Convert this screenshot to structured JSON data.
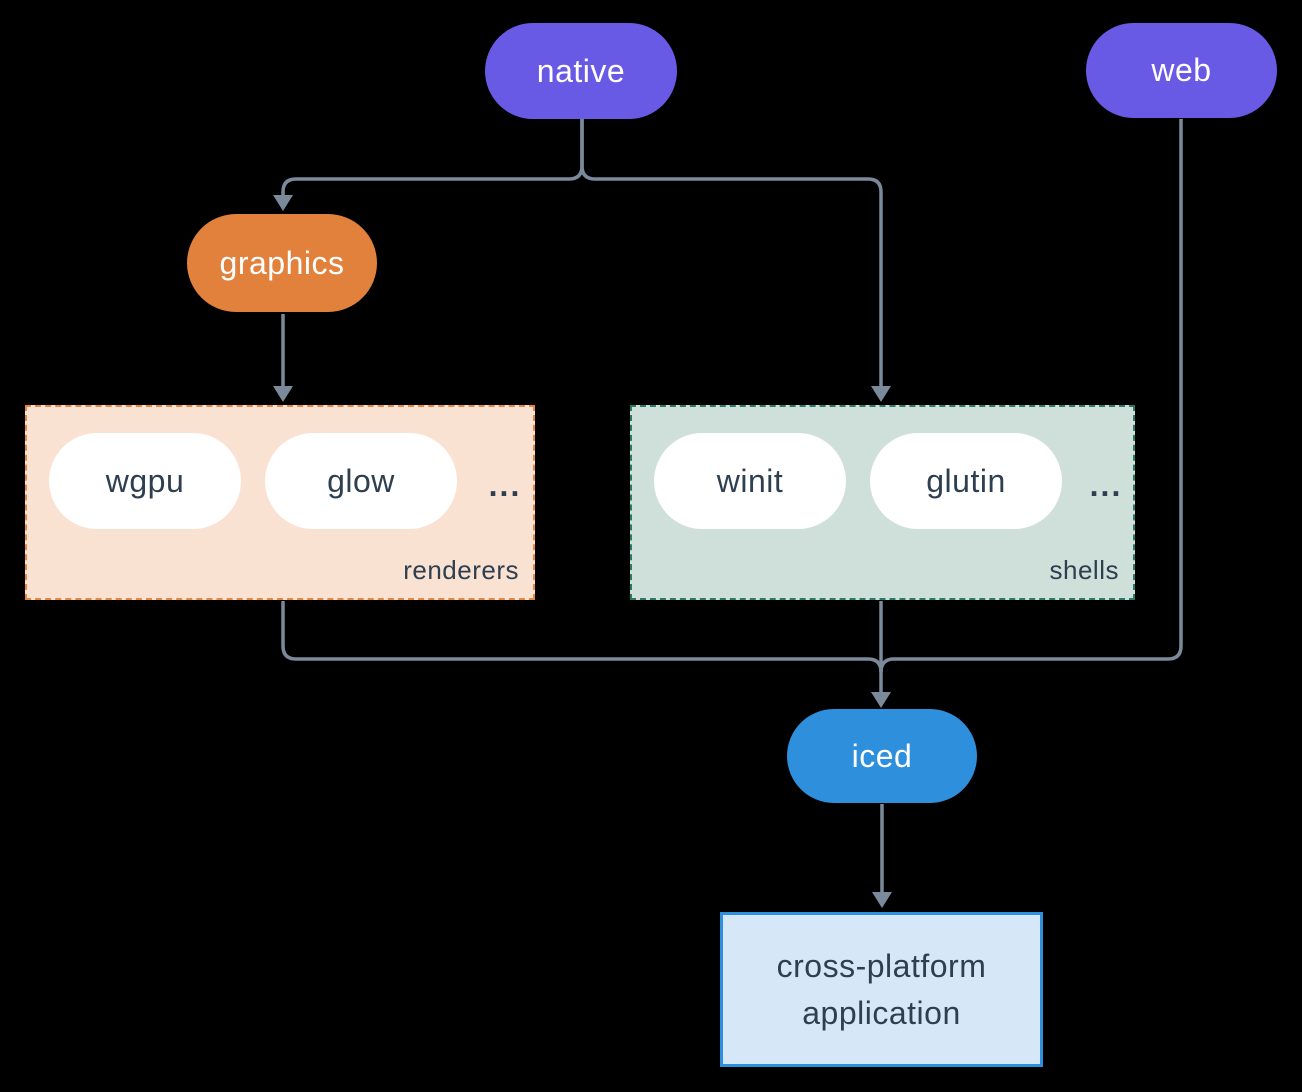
{
  "diagram": {
    "nodes": {
      "native": {
        "label": "native",
        "color": "#695ae6",
        "text_color": "#ffffff"
      },
      "web": {
        "label": "web",
        "color": "#695ae6",
        "text_color": "#ffffff"
      },
      "graphics": {
        "label": "graphics",
        "color": "#e1813c",
        "text_color": "#ffffff"
      },
      "iced": {
        "label": "iced",
        "color": "#2e8fdc",
        "text_color": "#ffffff"
      }
    },
    "groups": {
      "renderers": {
        "label": "renderers",
        "items": [
          "wgpu",
          "glow"
        ],
        "ellipsis": "...",
        "background": "#f9e2d2",
        "border_color": "#e8873f",
        "item_background": "#ffffff",
        "text_color": "#2e3f50"
      },
      "shells": {
        "label": "shells",
        "items": [
          "winit",
          "glutin"
        ],
        "ellipsis": "...",
        "background": "#cfdfd9",
        "border_color": "#2b7a68",
        "item_background": "#ffffff",
        "text_color": "#2e3f50"
      }
    },
    "app_box": {
      "label_line1": "cross-platform",
      "label_line2": "application",
      "background": "#d6e8f8",
      "border_color": "#2e8fdc",
      "text_color": "#2e3f50"
    },
    "edges": {
      "color": "#7b8a9a",
      "list": [
        "native -> graphics",
        "native -> shells",
        "graphics -> renderers",
        "renderers -> iced",
        "shells -> iced",
        "web -> iced",
        "iced -> cross-platform application"
      ]
    },
    "background": "#000000"
  }
}
